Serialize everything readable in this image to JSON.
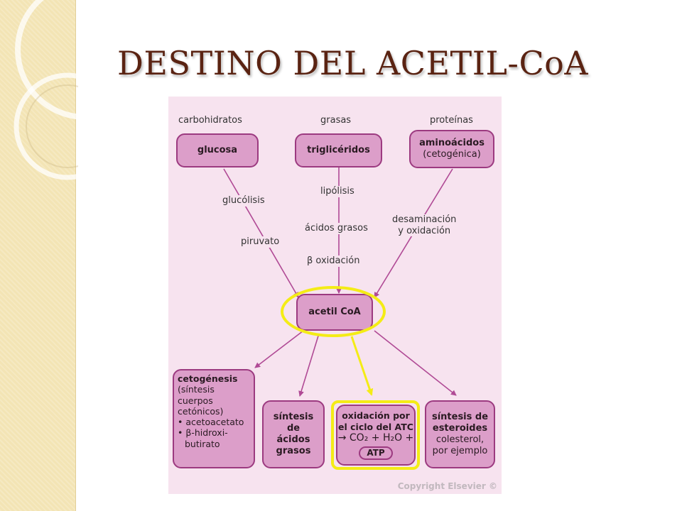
{
  "title": "DESTINO DEL ACETIL-CoA",
  "sources": {
    "carbohidratos": "carbohidratos",
    "grasas": "grasas",
    "proteinas": "proteínas"
  },
  "nodes": {
    "glucosa": "glucosa",
    "trigliceridos": "triglicéridos",
    "aminoacidos_1": "aminoácidos",
    "aminoacidos_2": "(cetogénica)",
    "acetil": "acetil CoA",
    "sintesis_acidos": [
      "síntesis",
      "de",
      "ácidos",
      "grasos"
    ],
    "oxidacion": [
      "oxidación por",
      "el ciclo del ATC",
      "→ CO₂ + H₂O +",
      "ATP"
    ],
    "esteroides": [
      "síntesis de",
      "esteroides",
      "colesterol,",
      "por ejemplo"
    ]
  },
  "cetogenesis": {
    "title": "cetogénesis",
    "lines": [
      "(síntesis cuerpos",
      "cetónicos)",
      "• acetoacetato",
      "• β-hidroxi-",
      "butirato"
    ]
  },
  "labels": {
    "glucolisis": "glucólisis",
    "piruvato": "piruvato",
    "lipolisis": "lipólisis",
    "acidos_grasos": "ácidos grasos",
    "beta_oxidacion": "β oxidación",
    "desaminacion": "desaminación",
    "y_oxidacion": "y oxidación"
  },
  "copyright": "Copyright Elsevier ©",
  "colors": {
    "title": "#5a2312",
    "node_fill": "#dc9ec9",
    "node_border": "#9c3a80",
    "arrow": "#b04a95",
    "panel_bg": "#f7e3ef",
    "highlight": "#f4ec16"
  }
}
